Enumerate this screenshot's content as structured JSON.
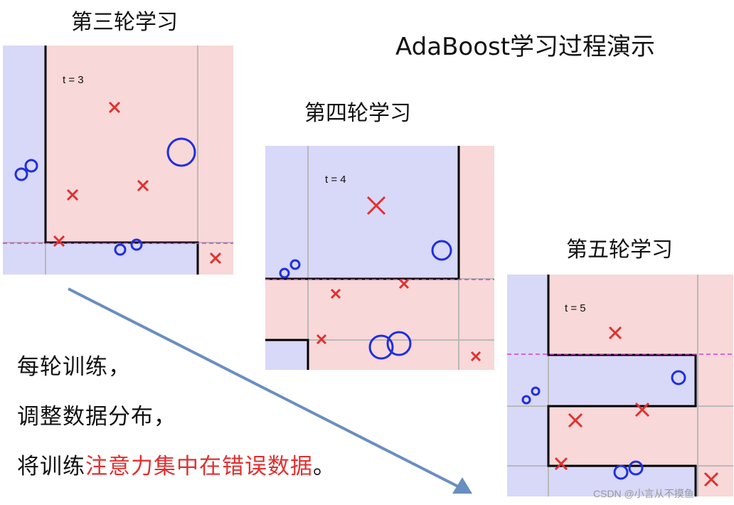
{
  "title": "AdaBoost学习过程演示",
  "rounds": [
    {
      "title": "第三轮学习",
      "t_label": "t = 3"
    },
    {
      "title": "第四轮学习",
      "t_label": "t = 4"
    },
    {
      "title": "第五轮学习",
      "t_label": "t = 5"
    }
  ],
  "explanation": {
    "line1": "每轮训练，",
    "line2": "调整数据分布，",
    "line3_prefix": "将训练",
    "line3_highlight": "注意力集中在错误数据",
    "line3_suffix": "。"
  },
  "watermark": "CSDN @小言从不摸鱼",
  "colors": {
    "blue_region": "#d8d8f8",
    "red_region": "#f8d8d8",
    "circle": "#1f2fe0",
    "cross": "#e03030",
    "dash": "#d040d0",
    "arrow": "#6a8ec0",
    "highlight_text": "#e03030"
  }
}
